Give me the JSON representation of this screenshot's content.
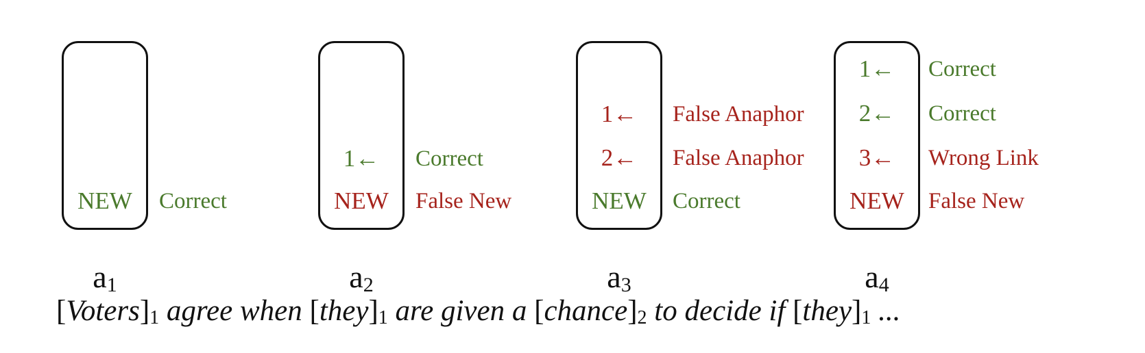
{
  "columns": [
    {
      "name": "a",
      "index": "1",
      "rows": [
        {
          "item": "NEW",
          "label": "Correct",
          "status": "correct"
        }
      ]
    },
    {
      "name": "a",
      "index": "2",
      "rows": [
        {
          "item": "1←",
          "label": "Correct",
          "status": "correct"
        },
        {
          "item": "NEW",
          "label": "False New",
          "status": "error"
        }
      ]
    },
    {
      "name": "a",
      "index": "3",
      "rows": [
        {
          "item": "1←",
          "label": "False Anaphor",
          "status": "error"
        },
        {
          "item": "2←",
          "label": "False Anaphor",
          "status": "error"
        },
        {
          "item": "NEW",
          "label": "Correct",
          "status": "correct"
        }
      ]
    },
    {
      "name": "a",
      "index": "4",
      "rows": [
        {
          "item": "1←",
          "label": "Correct",
          "status": "correct"
        },
        {
          "item": "2←",
          "label": "Correct",
          "status": "correct"
        },
        {
          "item": "3←",
          "label": "Wrong Link",
          "status": "error"
        },
        {
          "item": "NEW",
          "label": "False New",
          "status": "error"
        }
      ]
    }
  ],
  "sentence": {
    "m1_word": "Voters",
    "m1_idx": "1",
    "t1": " agree when ",
    "m2_word": "they",
    "m2_idx": "1",
    "t2": " are given a ",
    "m3_word": "chance",
    "m3_idx": "2",
    "t3": " to decide if ",
    "m4_word": "they",
    "m4_idx": "1",
    "t4": " ..."
  },
  "colors": {
    "correct": "#4a7a2c",
    "error": "#a6231c"
  }
}
